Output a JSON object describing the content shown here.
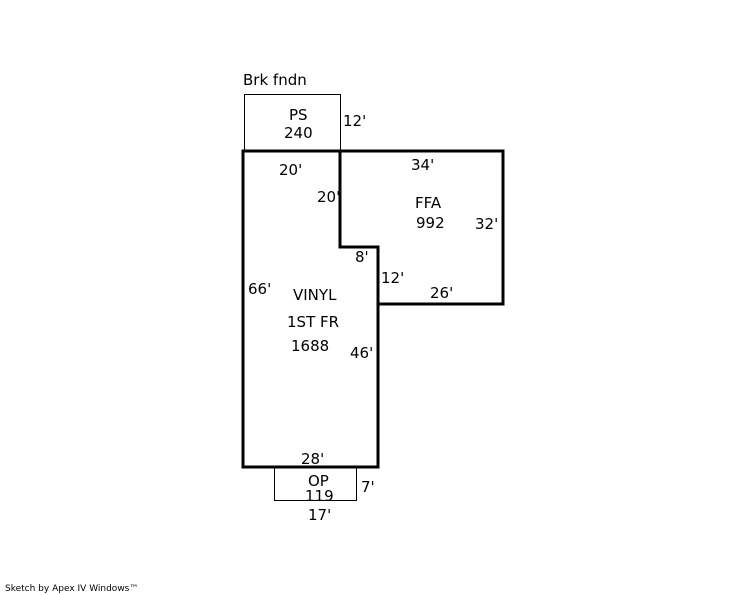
{
  "labels": {
    "foundation": "Brk fndn",
    "ps_name": "PS",
    "ps_area": "240",
    "ps_depth": "12'",
    "top_left_20": "20'",
    "inner_20": "20'",
    "ffa_top": "34'",
    "ffa_name": "FFA",
    "ffa_area": "992",
    "ffa_right": "32'",
    "step_8": "8'",
    "step_12": "12'",
    "ffa_bottom": "26'",
    "left_66": "66'",
    "main_name": "VINYL",
    "main_floor": "1ST FR",
    "main_area": "1688",
    "right_46": "46'",
    "bottom_28": "28'",
    "op_name": "OP",
    "op_area": "119",
    "op_depth": "7'",
    "op_width": "17'"
  },
  "footer": "Sketch by Apex IV Windows™",
  "colors": {
    "line": "#000000",
    "background": "#ffffff"
  }
}
